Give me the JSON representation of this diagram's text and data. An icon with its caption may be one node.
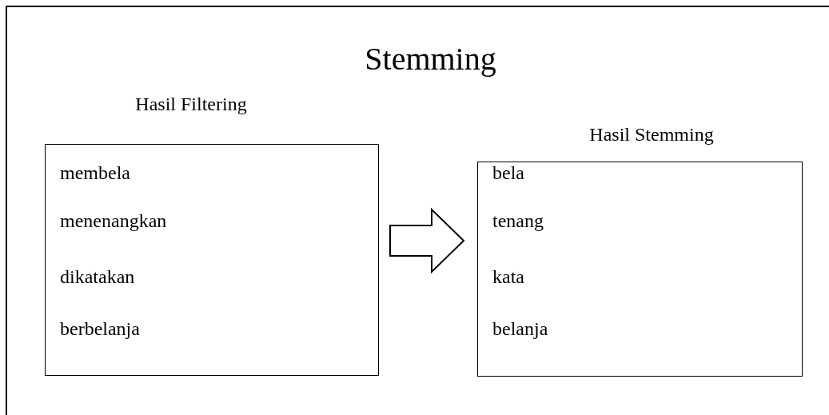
{
  "diagram": {
    "title": "Stemming",
    "nodes": [
      {
        "text": [
          "Hasil Filtering",
          "membela",
          "menenangkan",
          "dikatakan",
          "berbelanja"
        ]
      },
      {
        "text": [
          "Hasil Stemming",
          "bela",
          "tenang",
          "kata",
          "belanja"
        ]
      }
    ],
    "edges": [
      {
        "from": 0,
        "to": 1,
        "arrow": "to"
      }
    ]
  }
}
